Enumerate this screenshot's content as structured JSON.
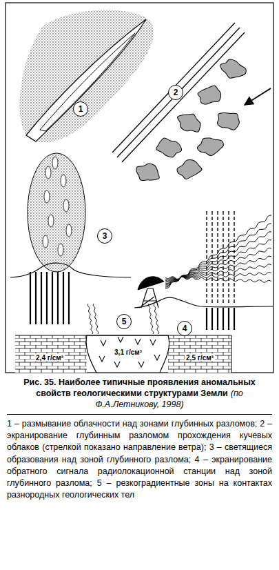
{
  "diagram": {
    "title": "Рис. 35. Наиболее типичные проявления аномальных свойств геологическими структурами Земли",
    "caption": "1 – размывание облачности над зонами глубинных разломов; 2 – экранирование глубинным разломом прохождения кучевых облаков (стрелкой показано направление ветра); 3 – светящиеся образования над зоной глубинного разлома; 4 – экранирование обратного сигнала радиолокационной станции над зоной глубинного разлома; 5 – резкоградиентные зоны на контактах разнородных геологических тел",
    "nodes": [
      {
        "text": [
          "1"
        ]
      },
      {
        "text": [
          "2"
        ]
      },
      {
        "text": [
          "3"
        ]
      },
      {
        "text": [
          "4"
        ]
      },
      {
        "text": [
          "5"
        ]
      }
    ],
    "labels": [
      "2,4 г/см³",
      "3,1 г/см³",
      "2,5 г/см³",
      "(по Ф.А.Летникову, 1998)"
    ]
  }
}
